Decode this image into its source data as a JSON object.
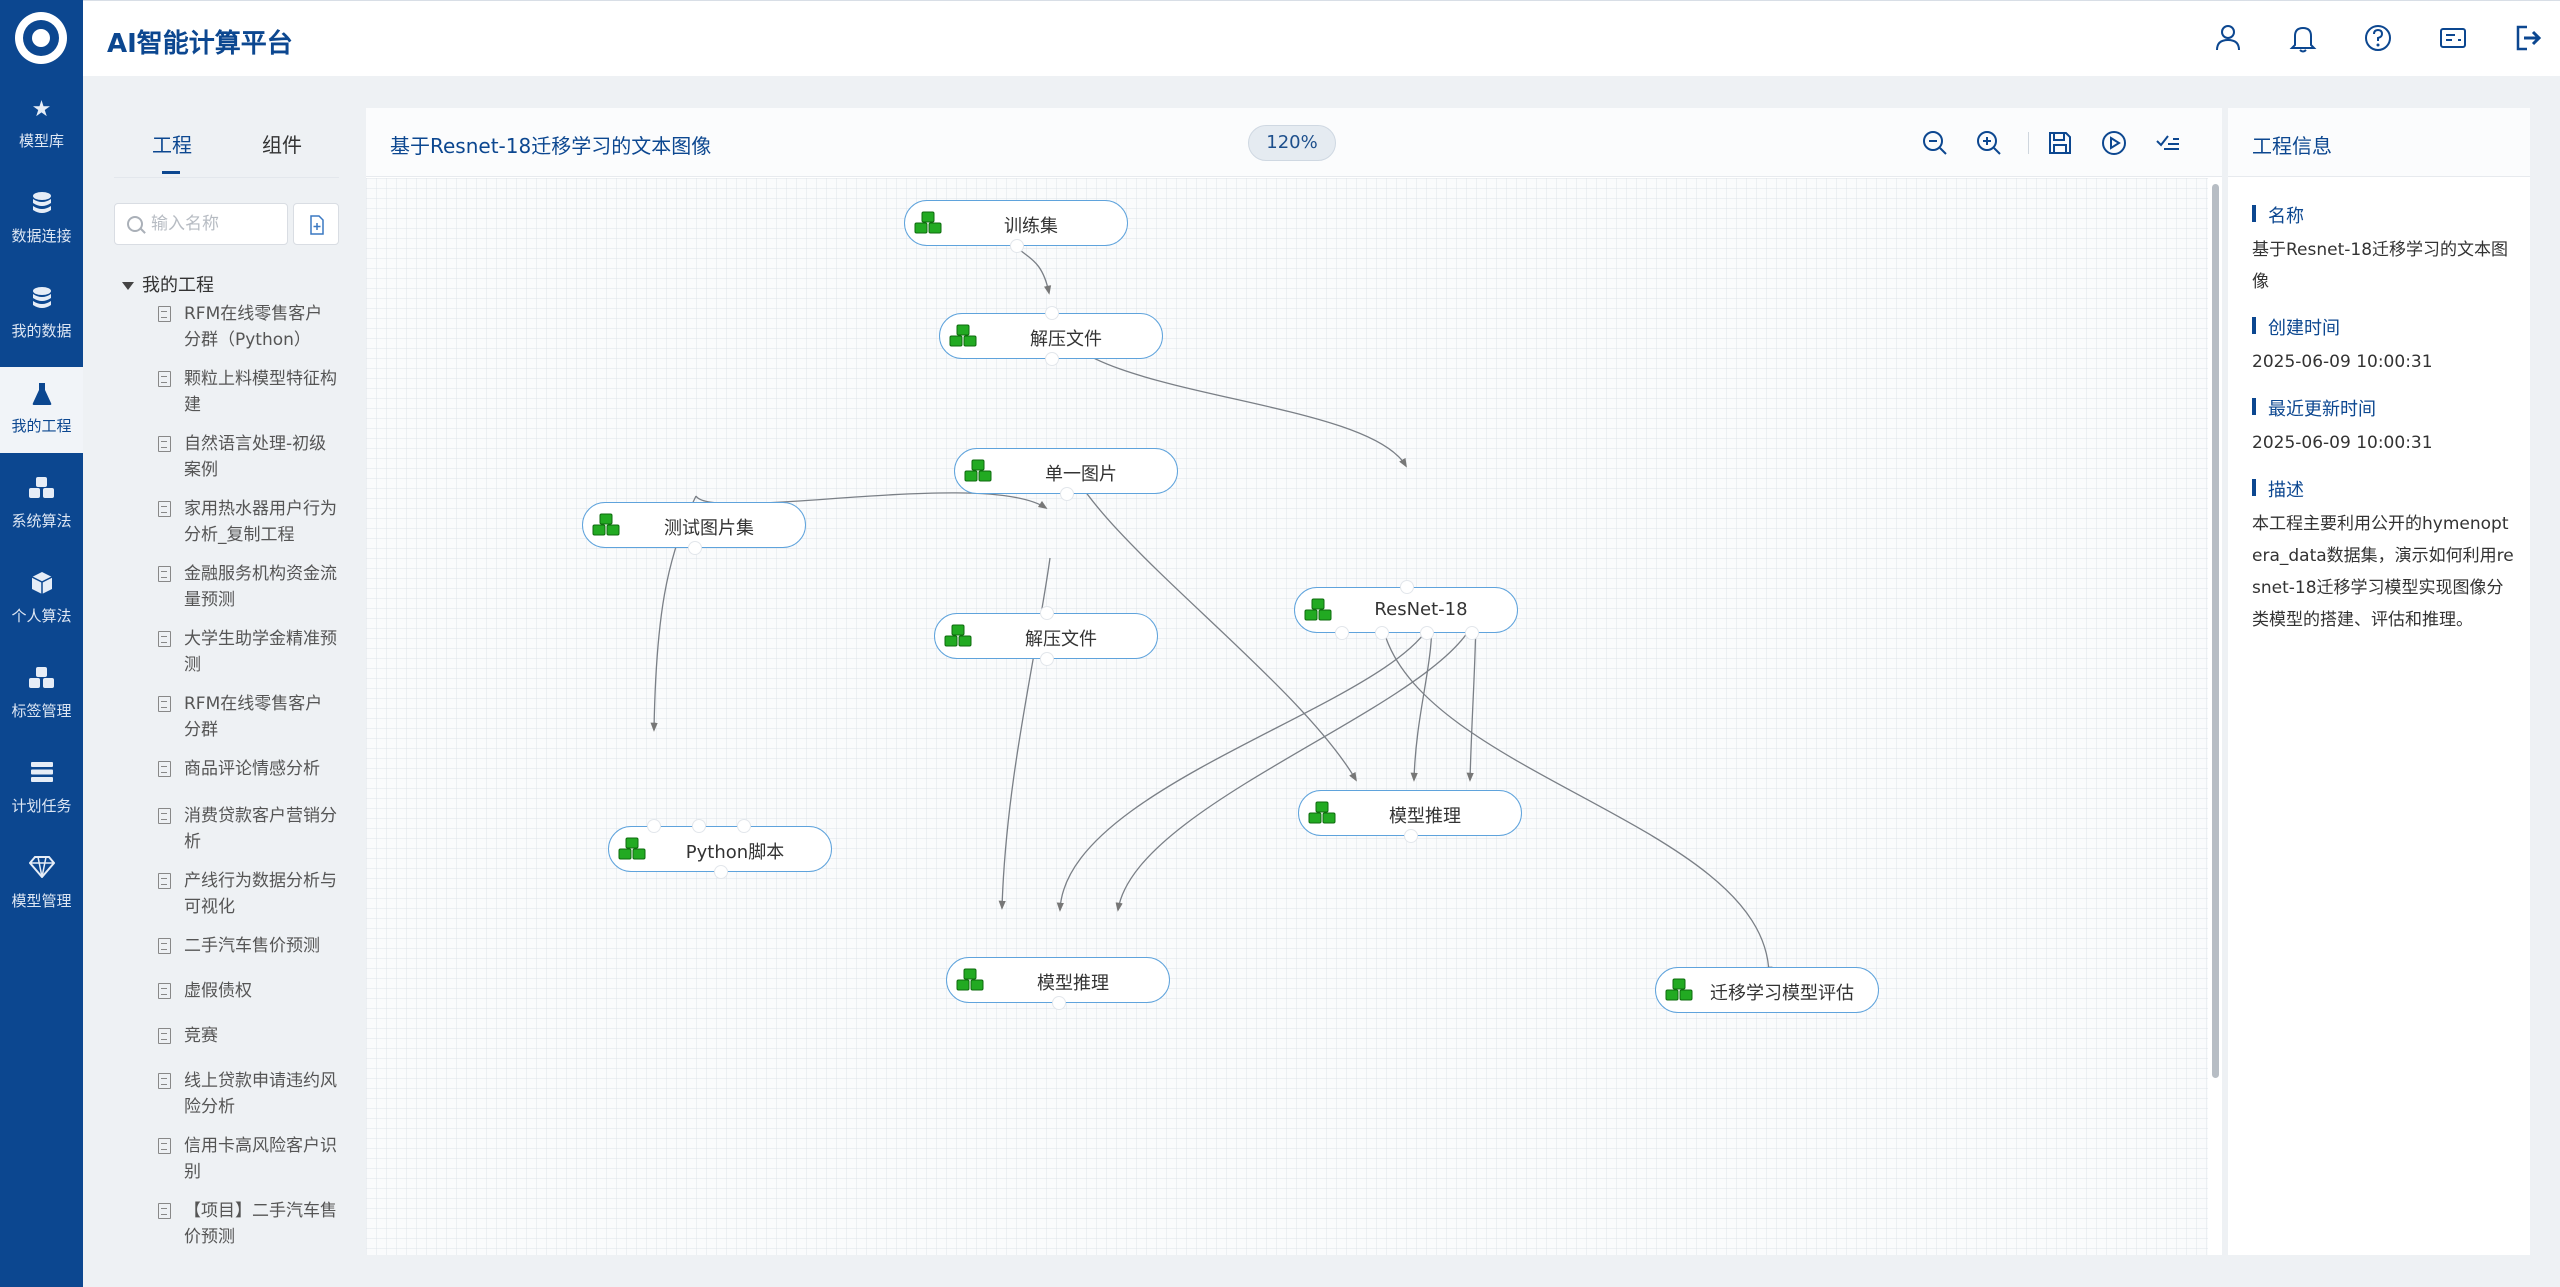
{
  "app": {
    "title": "AI智能计算平台"
  },
  "nav": {
    "items": [
      {
        "label": "模型库",
        "icon": "star-icon"
      },
      {
        "label": "数据连接",
        "icon": "database-icon"
      },
      {
        "label": "我的数据",
        "icon": "database-icon"
      },
      {
        "label": "我的工程",
        "icon": "flask-icon",
        "active": true
      },
      {
        "label": "系统算法",
        "icon": "cubes-icon"
      },
      {
        "label": "个人算法",
        "icon": "cube-icon"
      },
      {
        "label": "标签管理",
        "icon": "cubes-icon"
      },
      {
        "label": "计划任务",
        "icon": "server-icon"
      },
      {
        "label": "模型管理",
        "icon": "diamond-icon"
      }
    ]
  },
  "topbar": {
    "icons": [
      "user-icon",
      "bell-icon",
      "help-icon",
      "card-icon",
      "logout-icon"
    ]
  },
  "tree": {
    "tabs": [
      "工程",
      "组件"
    ],
    "active_tab": "工程",
    "search_placeholder": "输入名称",
    "folder": "我的工程",
    "items": [
      {
        "label": "RFM在线零售客户分群（Python）"
      },
      {
        "label": "颗粒上料模型特征构建"
      },
      {
        "label": "自然语言处理-初级案例"
      },
      {
        "label": "家用热水器用户行为分析_复制工程"
      },
      {
        "label": "金融服务机构资金流量预测"
      },
      {
        "label": "大学生助学金精准预测"
      },
      {
        "label": "RFM在线零售客户分群"
      },
      {
        "label": "商品评论情感分析"
      },
      {
        "label": "消费贷款客户营销分析"
      },
      {
        "label": "产线行为数据分析与可视化"
      },
      {
        "label": "二手汽车售价预测"
      },
      {
        "label": "虚假债权"
      },
      {
        "label": "竞赛"
      },
      {
        "label": "线上贷款申请违约风险分析"
      },
      {
        "label": "信用卡高风险客户识别"
      },
      {
        "label": "【项目】二手汽车售价预测"
      }
    ]
  },
  "canvas": {
    "project_title": "基于Resnet-18迁移学习的文本图像",
    "zoom": "120%",
    "tools": [
      "zoom-out-icon",
      "zoom-in-icon",
      "save-icon",
      "run-icon",
      "check-list-icon"
    ],
    "nodes": [
      {
        "id": "n1",
        "label": "训练集"
      },
      {
        "id": "n2",
        "label": "解压文件"
      },
      {
        "id": "n3",
        "label": "单一图片"
      },
      {
        "id": "n4",
        "label": "测试图片集"
      },
      {
        "id": "n5",
        "label": "解压文件"
      },
      {
        "id": "n6",
        "label": "ResNet-18"
      },
      {
        "id": "n7",
        "label": "模型推理"
      },
      {
        "id": "n8",
        "label": "Python脚本"
      },
      {
        "id": "n9",
        "label": "模型推理"
      },
      {
        "id": "n10",
        "label": "迁移学习模型评估"
      }
    ]
  },
  "info": {
    "title": "工程信息",
    "fields": [
      {
        "label": "名称",
        "value": "基于Resnet-18迁移学习的文本图像"
      },
      {
        "label": "创建时间",
        "value": "2025-06-09 10:00:31"
      },
      {
        "label": "最近更新时间",
        "value": "2025-06-09 10:00:31"
      },
      {
        "label": "描述",
        "value": "本工程主要利用公开的hymenoptera_data数据集，演示如何利用resnet-18迁移学习模型实现图像分类模型的搭建、评估和推理。"
      }
    ]
  },
  "colors": {
    "brand": "#0c4790",
    "node_border": "#5fa3dc",
    "node_icon": "#1ea81e"
  }
}
